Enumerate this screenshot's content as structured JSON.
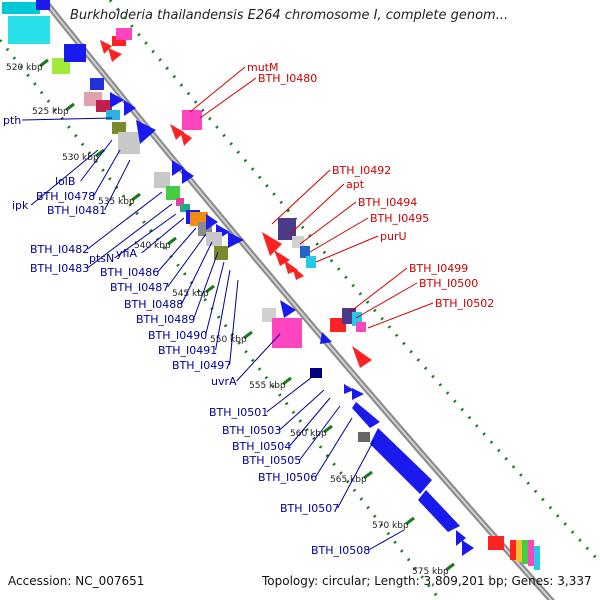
{
  "title": "Burkholderia thailandensis E264 chromosome I, complete genom...",
  "accession": "Accession: NC_007651",
  "topology": "Topology: circular; Length: 3,809,201 bp; Genes: 3,337",
  "colors": {
    "forward_label": "#cc0000",
    "reverse_label": "#000099",
    "backbone": "#8a8a8a",
    "tick": "#1a7a1a"
  },
  "kbp_ticks": [
    {
      "label": "520 kbp",
      "kbp": 520
    },
    {
      "label": "525 kbp",
      "kbp": 525
    },
    {
      "label": "530 kbp",
      "kbp": 530
    },
    {
      "label": "535 kbp",
      "kbp": 535
    },
    {
      "label": "540 kbp",
      "kbp": 540
    },
    {
      "label": "545 kbp",
      "kbp": 545
    },
    {
      "label": "550 kbp",
      "kbp": 550
    },
    {
      "label": "555 kbp",
      "kbp": 555
    },
    {
      "label": "560 kbp",
      "kbp": 560
    },
    {
      "label": "565 kbp",
      "kbp": 565
    },
    {
      "label": "570 kbp",
      "kbp": 570
    },
    {
      "label": "575 kbp",
      "kbp": 575
    }
  ],
  "forward_genes": [
    "mutM",
    "BTH_I0480",
    "BTH_I0492",
    "apt",
    "BTH_I0494",
    "BTH_I0495",
    "purU",
    "BTH_I0499",
    "BTH_I0500",
    "BTH_I0502"
  ],
  "reverse_genes": [
    "pth",
    "lolB",
    "ipk",
    "BTH_I0478",
    "BTH_I0481",
    "BTH_I0482",
    "BTH_I0483",
    "ptsN",
    "yfiA",
    "BTH_I0486",
    "BTH_I0487",
    "BTH_I0488",
    "BTH_I0489",
    "BTH_I0490",
    "BTH_I0491",
    "BTH_I0497",
    "uvrA",
    "BTH_I0501",
    "BTH_I0503",
    "BTH_I0504",
    "BTH_I0505",
    "BTH_I0506",
    "BTH_I0507",
    "BTH_I0508"
  ]
}
